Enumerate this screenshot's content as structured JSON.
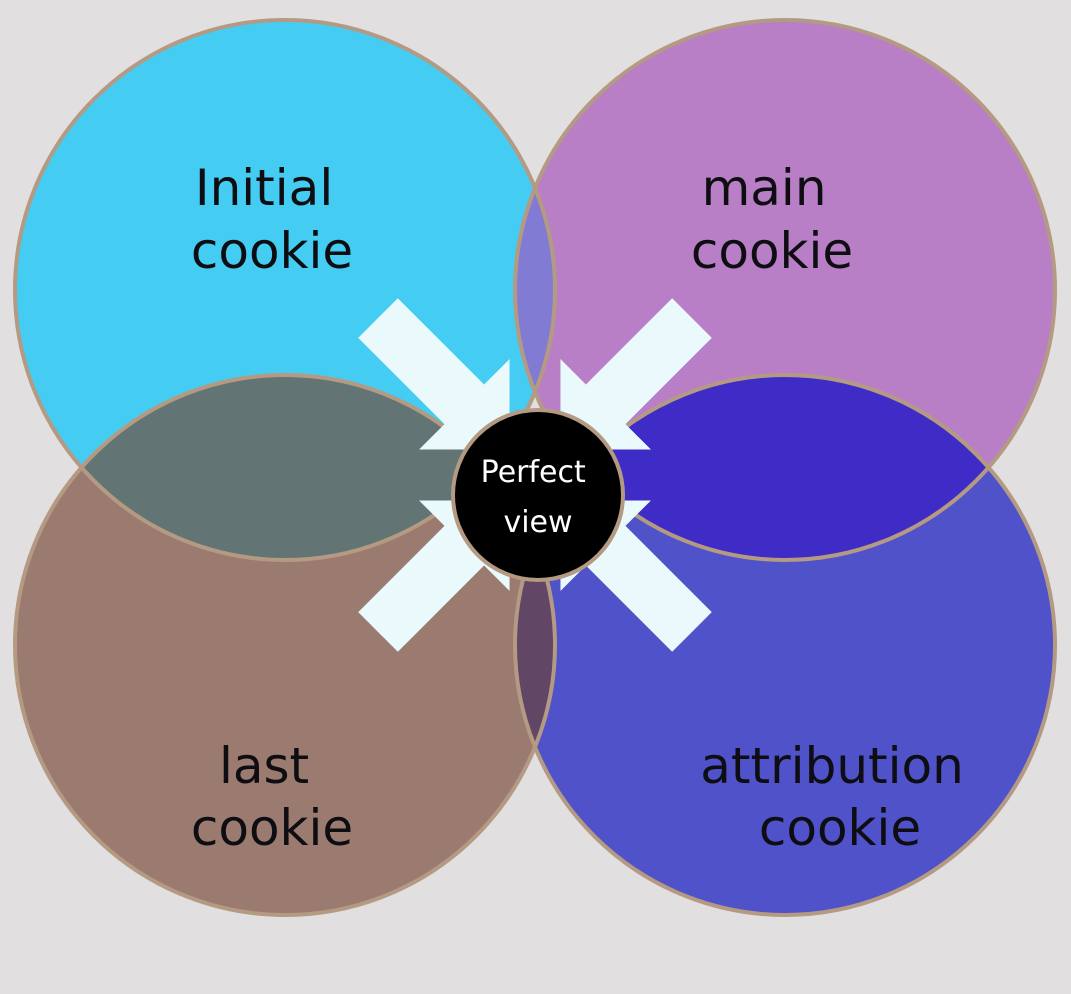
{
  "diagram": {
    "background": "#e1dfe0",
    "circles": [
      {
        "id": "initial",
        "lines": [
          "Initial",
          "cookie"
        ],
        "color": "#45ccf2"
      },
      {
        "id": "main",
        "lines": [
          "main",
          "cookie"
        ],
        "color": "#b87fc6"
      },
      {
        "id": "last",
        "lines": [
          "last",
          "cookie"
        ],
        "color": "#9b7a6f"
      },
      {
        "id": "attribution",
        "lines": [
          "attribution",
          "cookie"
        ],
        "color": "#4f52c9"
      }
    ],
    "overlap_colors": {
      "initial_main": "#827bd3",
      "initial_last": "#627574",
      "main_attribution": "#3f2cc6",
      "last_attribution": "#614666",
      "core": "#5a3c5e",
      "core_initial_main_attr": "#2f2fd2"
    },
    "outline_color": "#b49a82",
    "center": {
      "lines": [
        "Perfect",
        "view"
      ],
      "color": "#000000"
    },
    "arrow_color": "#eaf9fc",
    "arrow_icon": "arrow-pointing-to-center-icon"
  }
}
